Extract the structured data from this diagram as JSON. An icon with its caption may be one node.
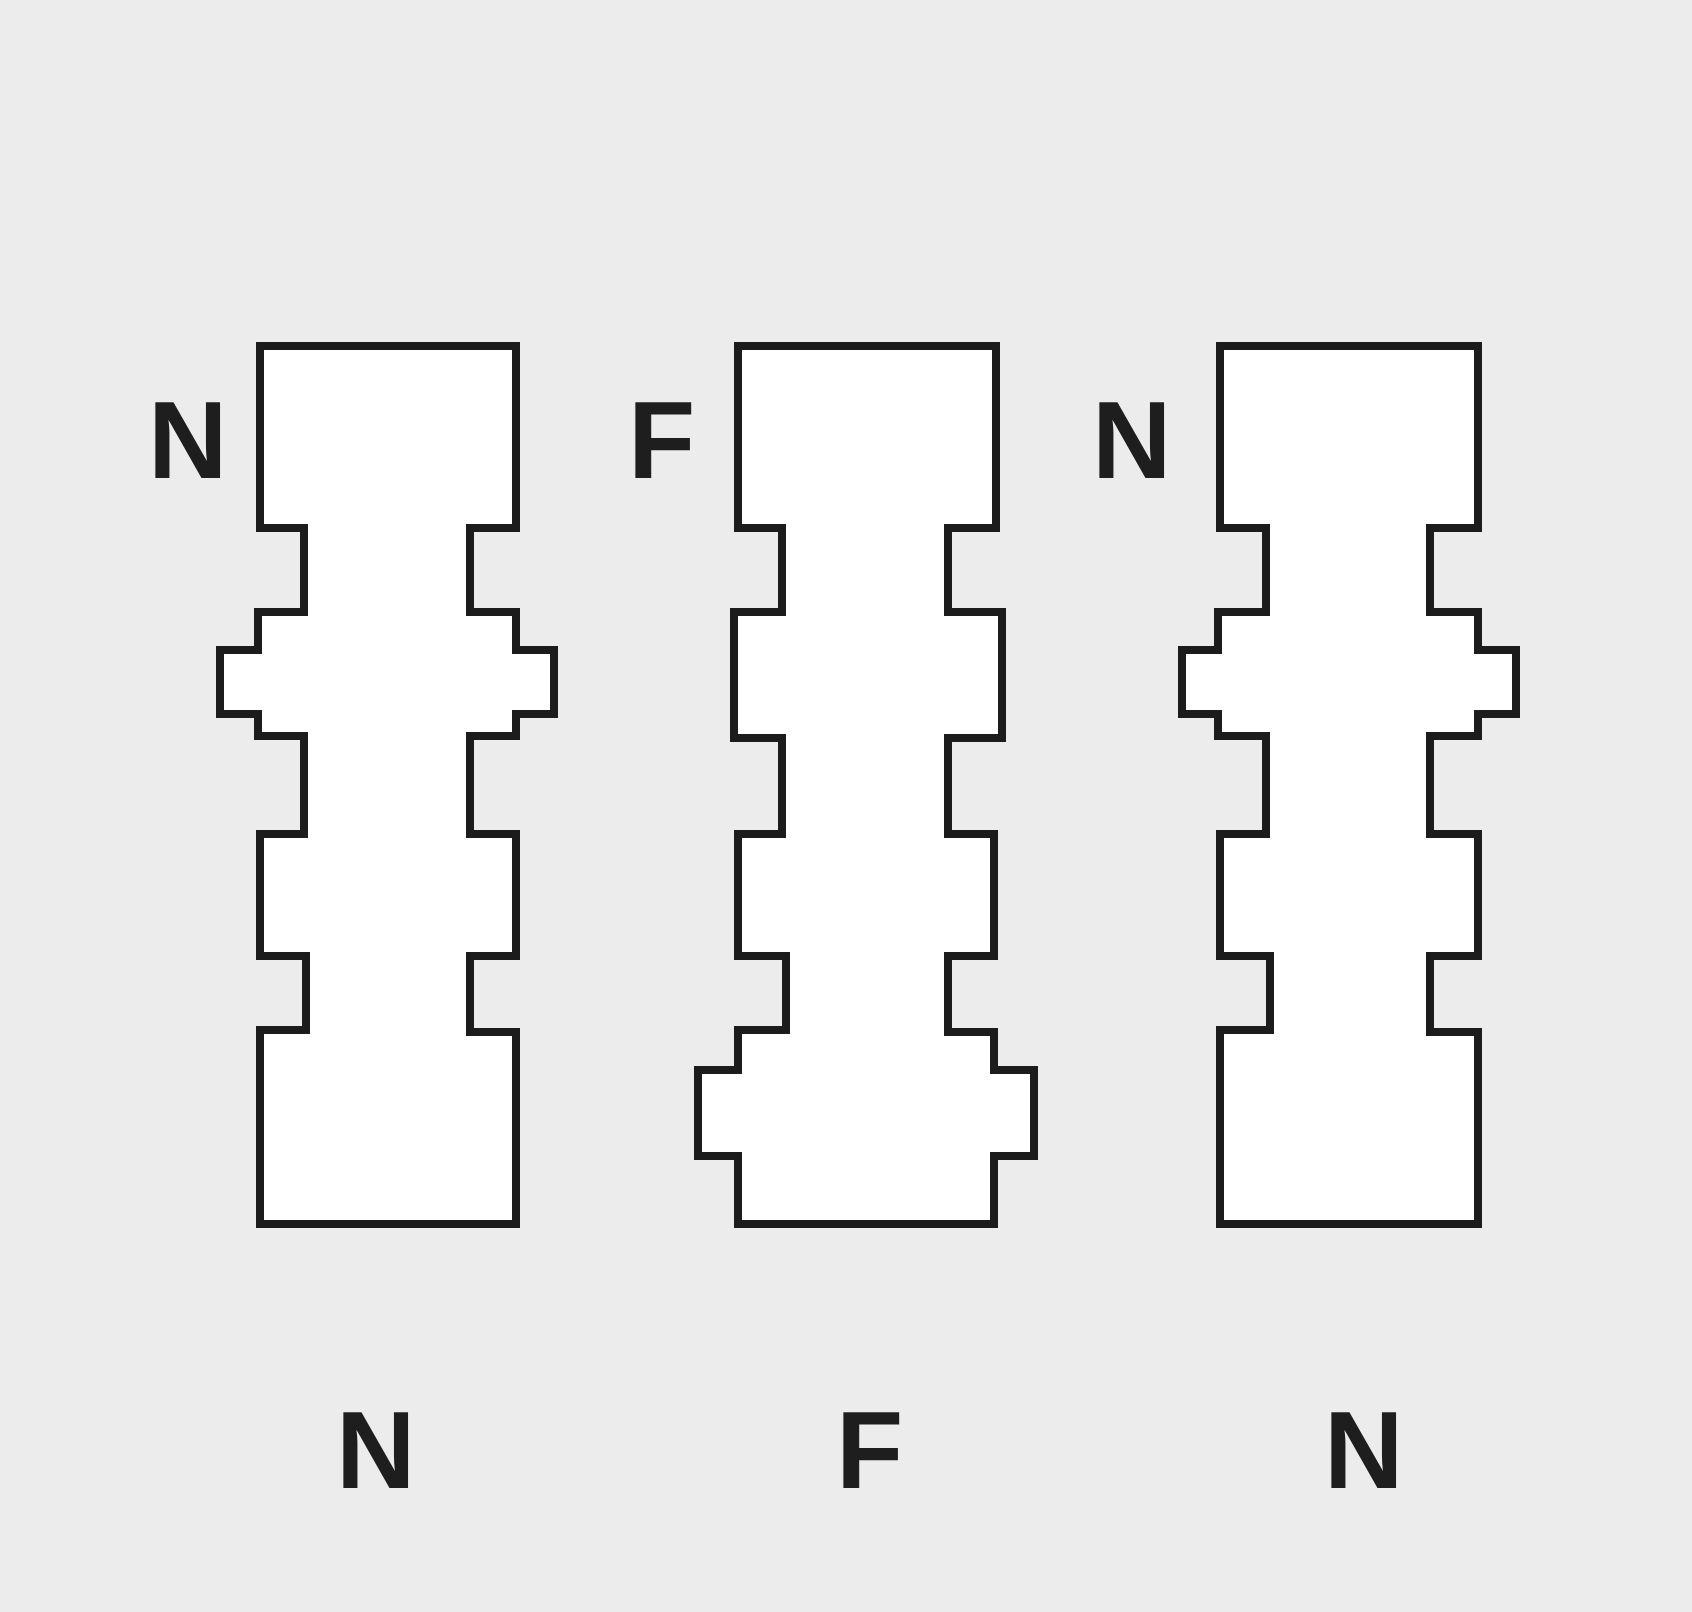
{
  "diagram": {
    "nodes": [
      {
        "text": [
          "N"
        ],
        "beside": [
          "N"
        ]
      },
      {
        "text": [
          "F"
        ],
        "beside": [
          "F"
        ]
      },
      {
        "text": [
          "N"
        ],
        "beside": [
          "N"
        ]
      }
    ]
  }
}
